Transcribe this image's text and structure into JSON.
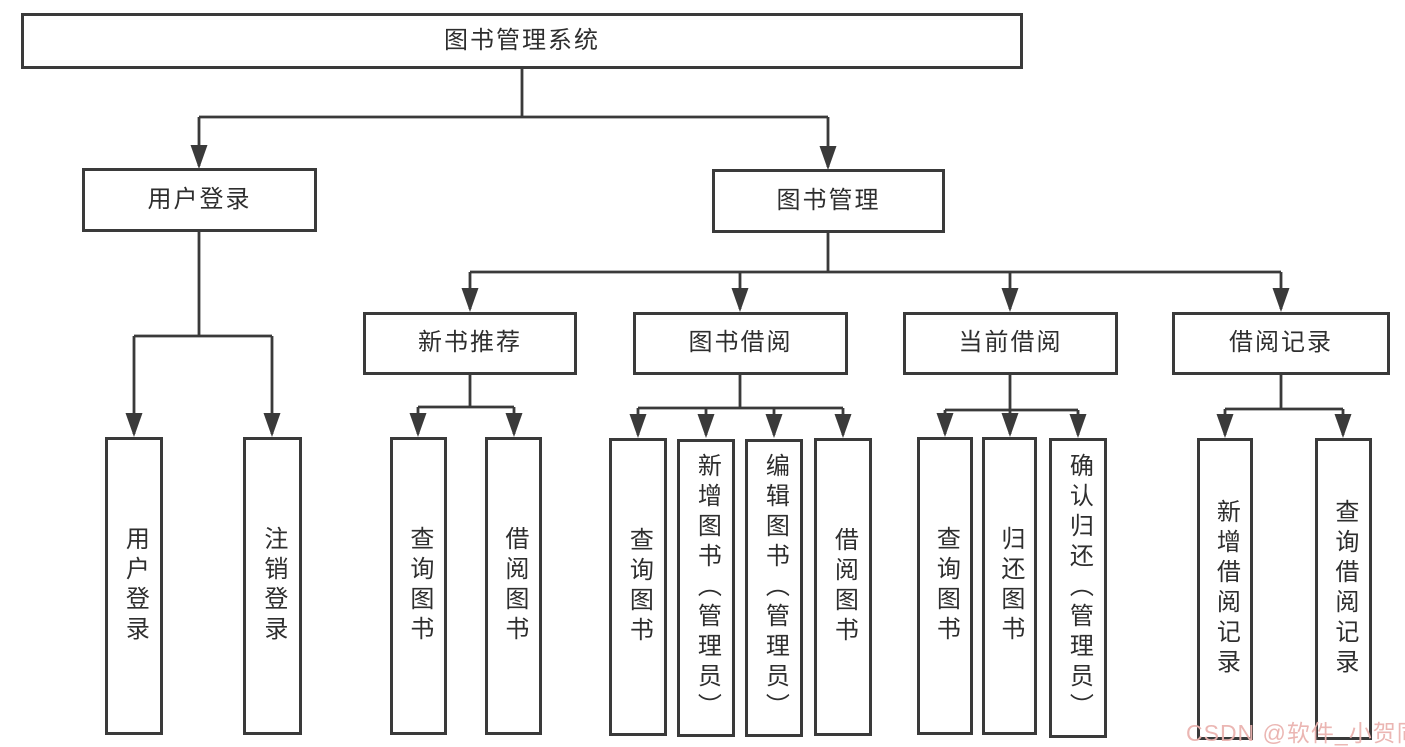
{
  "diagram": {
    "root": {
      "label": "图书管理系统"
    },
    "user_login": {
      "label": "用户登录",
      "children": [
        {
          "label": "用户登录"
        },
        {
          "label": "注销登录"
        }
      ]
    },
    "book_management": {
      "label": "图书管理",
      "sections": [
        {
          "label": "新书推荐",
          "children": [
            {
              "label": "查询图书"
            },
            {
              "label": "借阅图书"
            }
          ]
        },
        {
          "label": "图书借阅",
          "children": [
            {
              "label": "查询图书"
            },
            {
              "label": "新增图书（管理员）"
            },
            {
              "label": "编辑图书（管理员）"
            },
            {
              "label": "借阅图书"
            }
          ]
        },
        {
          "label": "当前借阅",
          "children": [
            {
              "label": "查询图书"
            },
            {
              "label": "归还图书"
            },
            {
              "label": "确认归还（管理员）"
            }
          ]
        },
        {
          "label": "借阅记录",
          "children": [
            {
              "label": "新增借阅记录"
            },
            {
              "label": "查询借阅记录"
            }
          ]
        }
      ]
    }
  },
  "watermark": {
    "text": "CSDN @软件_小贺同学"
  },
  "colors": {
    "border": "#3a3a3a",
    "line": "#3a3a3a",
    "text": "#2e2e2e",
    "background": "#ffffff",
    "watermark": "#eab3af"
  }
}
